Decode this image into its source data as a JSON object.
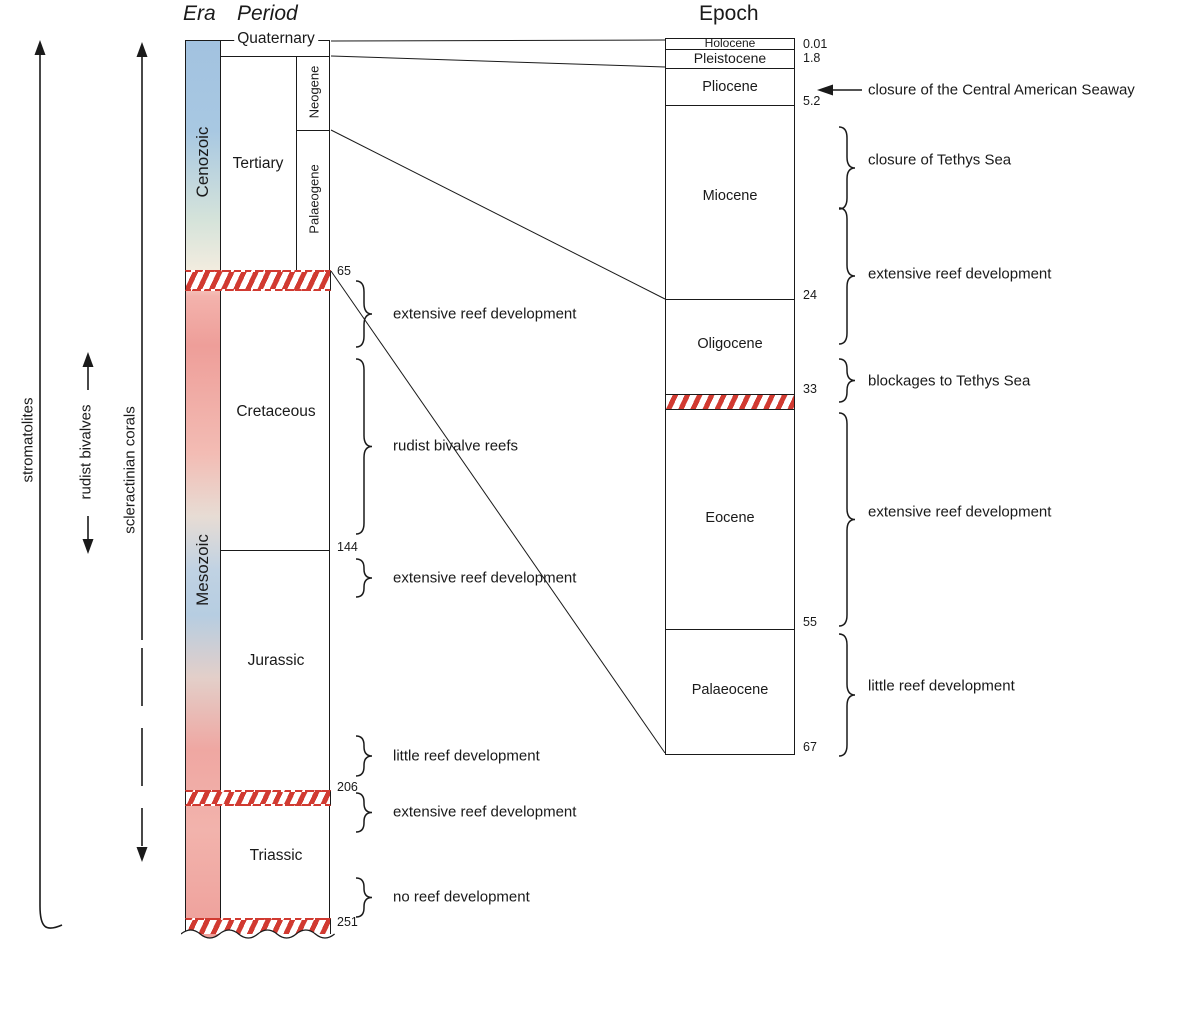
{
  "headers": {
    "era": "Era",
    "period": "Period",
    "epoch": "Epoch"
  },
  "era_column": {
    "eras": [
      "Cenozoic",
      "Mesozoic"
    ]
  },
  "period_column": {
    "periods": [
      "Quaternary",
      "Tertiary",
      "Cretaceous",
      "Jurassic",
      "Triassic"
    ],
    "tertiary_sub_periods": [
      "Neogene",
      "Palaeogene"
    ],
    "boundary_ages_ma": [
      "65",
      "144",
      "206",
      "251"
    ]
  },
  "epoch_column": {
    "epochs": [
      "Holocene",
      "Pleistocene",
      "Pliocene",
      "Miocene",
      "Oligocene",
      "Eocene",
      "Palaeocene"
    ],
    "boundary_ages_ma": [
      "0.01",
      "1.8",
      "5.2",
      "24",
      "33",
      "55",
      "67"
    ]
  },
  "left_annotations": [
    "extensive reef development",
    "rudist bivalve reefs",
    "extensive reef development",
    "little reef development",
    "extensive reef development",
    "no reef development"
  ],
  "right_annotations": [
    "closure of the Central American Seaway",
    "closure of Tethys Sea",
    "extensive reef development",
    "blockages to Tethys Sea",
    "extensive reef development",
    "little reef development"
  ],
  "organism_ranges": [
    "stromatolites",
    "rudist bivalves",
    "scleractinian corals"
  ],
  "colors": {
    "hatch_red": "#d13a31",
    "cenozoic_blue": "#a2c2e0",
    "mesozoic_pink": "#ee9e99",
    "jurassic_blue": "#b6cde1",
    "line_black": "#1a1a1a"
  }
}
